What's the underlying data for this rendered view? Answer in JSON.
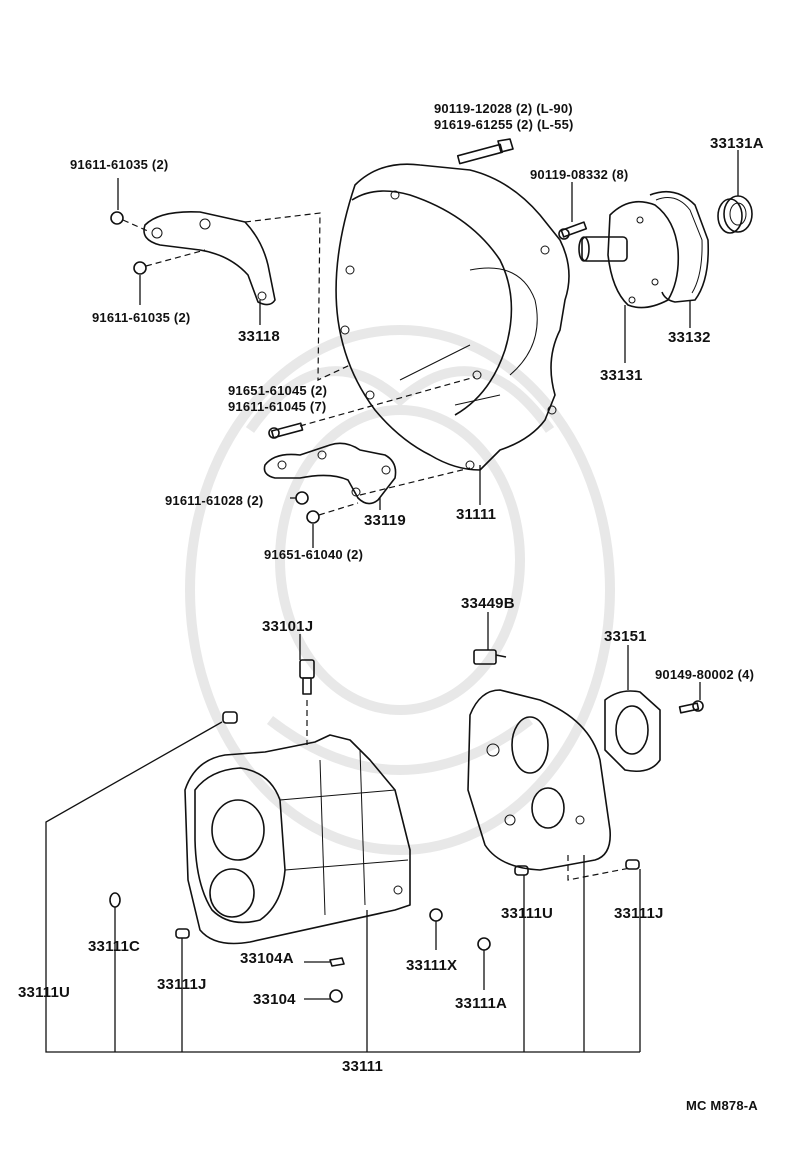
{
  "diagram": {
    "code": "MC M878-A",
    "labels": {
      "p90119_12028": "90119-12028 (2) (L-90)",
      "p91619_61255": "91619-61255 (2) (L-55)",
      "p33131A": "33131A",
      "p91611_61035_top": "91611-61035 (2)",
      "p90119_08332": "90119-08332 (8)",
      "p91611_61035_bot": "91611-61035 (2)",
      "p33118": "33118",
      "p33132": "33132",
      "p33131": "33131",
      "p91651_61045": "91651-61045 (2)",
      "p91611_61045": "91611-61045 (7)",
      "p91611_61028": "91611-61028 (2)",
      "p33119": "33119",
      "p31111": "31111",
      "p91651_61040": "91651-61040 (2)",
      "p33449B": "33449B",
      "p33101J": "33101J",
      "p33151": "33151",
      "p90149_80002": "90149-80002 (4)",
      "p33111U_right": "33111U",
      "p33111J_right": "33111J",
      "p33111C": "33111C",
      "p33104A": "33104A",
      "p33111X": "33111X",
      "p33111U_left": "33111U",
      "p33111J_left": "33111J",
      "p33104": "33104",
      "p33111A": "33111A",
      "p33111": "33111"
    }
  }
}
